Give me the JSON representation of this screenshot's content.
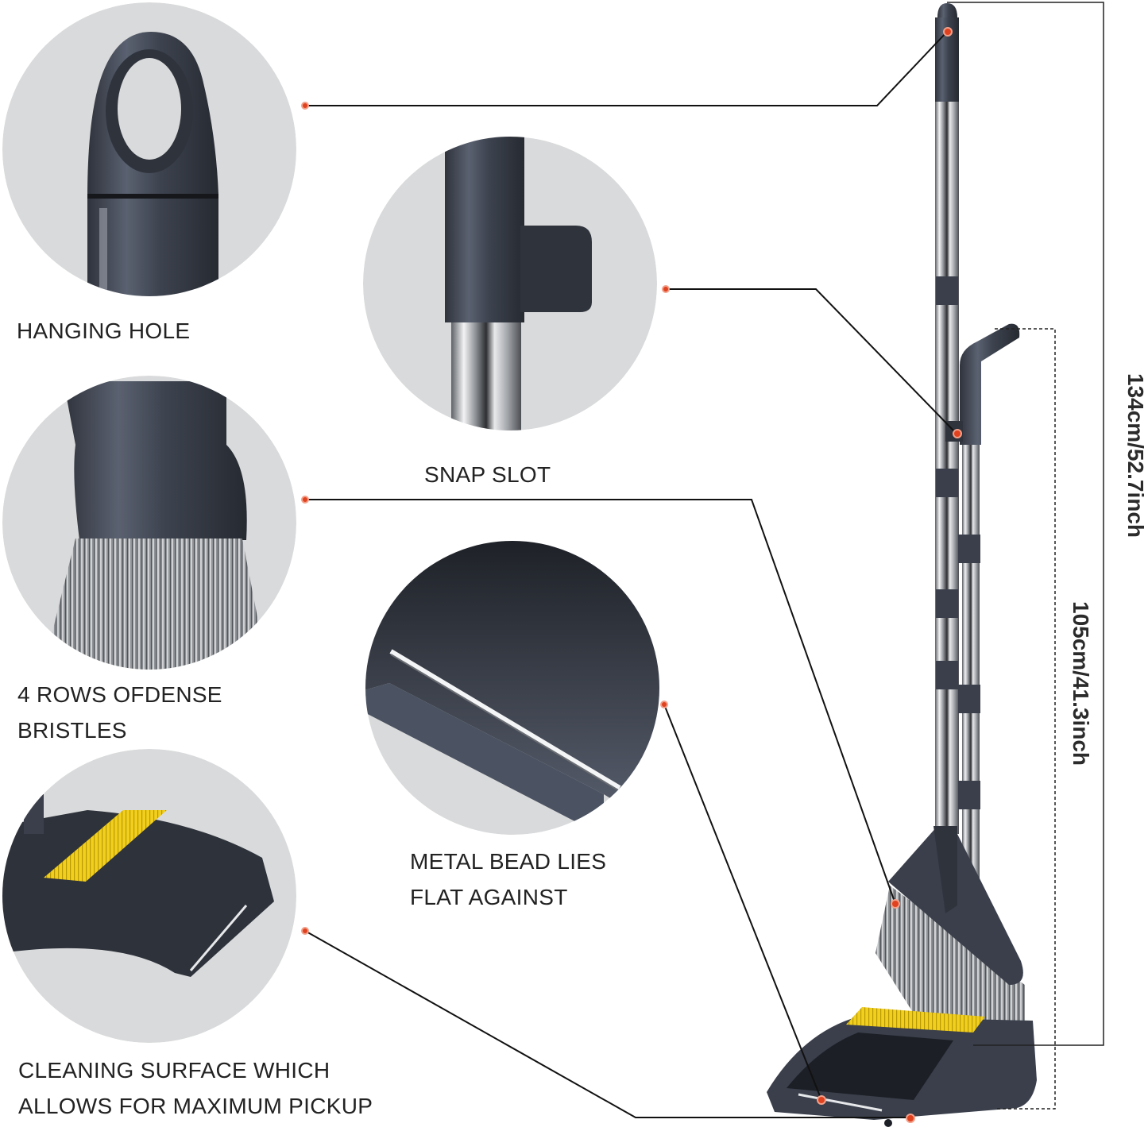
{
  "title": "Broom and dustpan set feature diagram",
  "colors": {
    "circle_bg": "#d9dadb",
    "plastic_dark": "#3a3f4b",
    "plastic_mid": "#4b5261",
    "chrome_light": "#e6e8ea",
    "chrome_dark": "#6a6d72",
    "bristle": "#8a8d91",
    "accent_yellow": "#f2cf1c",
    "callout_dot": "#e0421f",
    "line": "#111111"
  },
  "features": [
    {
      "id": "hanging-hole",
      "label_lines": [
        "HANGING HOLE"
      ]
    },
    {
      "id": "snap-slot",
      "label_lines": [
        "SNAP SLOT"
      ]
    },
    {
      "id": "dense-bristles",
      "label_lines": [
        "4 ROWS OFDENSE",
        "BRISTLES"
      ]
    },
    {
      "id": "metal-bead",
      "label_lines": [
        "METAL BEAD LIES",
        "FLAT AGAINST"
      ]
    },
    {
      "id": "cleaning-surface",
      "label_lines": [
        "CLEANING SURFACE WHICH",
        "ALLOWS FOR MAXIMUM PICKUP"
      ]
    }
  ],
  "dimensions": {
    "broom_height": "134cm/52.7inch",
    "dustpan_height": "105cm/41.3inch"
  }
}
